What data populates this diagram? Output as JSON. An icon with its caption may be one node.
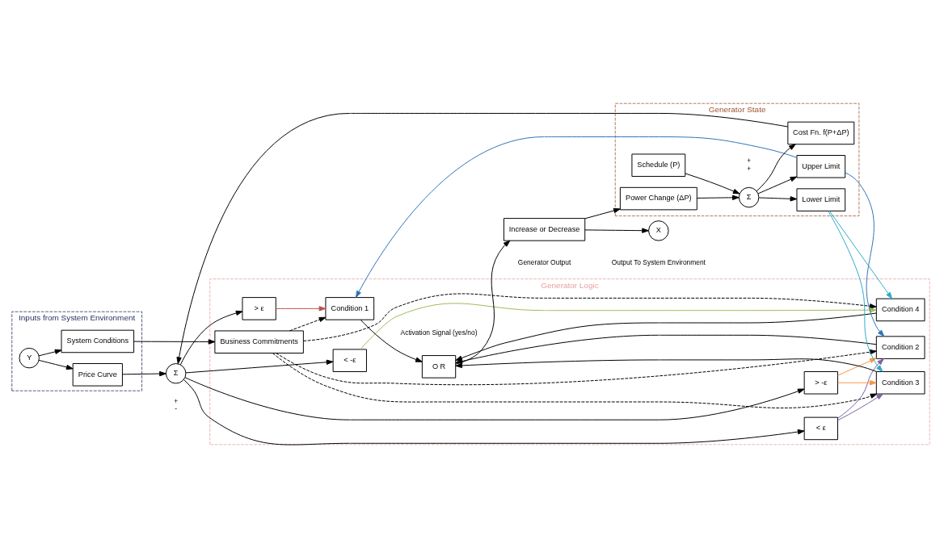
{
  "diagram": {
    "nodes": [
      {
        "text": [
          "Inputs from System Environment"
        ]
      },
      {
        "text": [
          "Price Curve"
        ],
        "in": 0
      },
      {
        "text": [
          "System Conditions"
        ],
        "in": 0
      },
      {
        "text": [
          "Y"
        ],
        "in": 0
      },
      {
        "text": [
          "Generator Logic"
        ]
      },
      {
        "text": [
          "Business Commitments"
        ],
        "in": 4
      },
      {
        "text": [
          "> ε"
        ],
        "in": 4
      },
      {
        "text": [
          "< ε"
        ],
        "in": 4
      },
      {
        "text": [
          "> -ε"
        ],
        "in": 4
      },
      {
        "text": [
          "< -ε"
        ],
        "in": 4
      },
      {
        "text": [
          "Condition 1"
        ],
        "in": 4
      },
      {
        "text": [
          "Condition 2"
        ],
        "in": 4
      },
      {
        "text": [
          "Condition 3"
        ],
        "in": 4
      },
      {
        "text": [
          "Condition 4"
        ],
        "in": 4
      },
      {
        "text": [
          "O R"
        ],
        "in": 4,
        "beside": [
          "Activation Signal (yes/no)"
        ]
      },
      {
        "text": [
          "Σ"
        ],
        "beside": [
          "+",
          "-"
        ]
      },
      {
        "text": [
          "Increase or Decrease"
        ],
        "beside": [
          "Generator Output"
        ]
      },
      {
        "text": [
          "X"
        ],
        "beside": [
          "Output To System Environment"
        ]
      },
      {
        "text": [
          "Generator State"
        ]
      },
      {
        "text": [
          "Cost Fn. f(P+ΔP)"
        ],
        "in": 18
      },
      {
        "text": [
          "Upper Limit"
        ],
        "in": 18
      },
      {
        "text": [
          "Lower Limit"
        ],
        "in": 18
      },
      {
        "text": [
          "Schedule (P)"
        ],
        "in": 18
      },
      {
        "text": [
          "Σ"
        ],
        "in": 18,
        "beside": [
          "+",
          "+"
        ]
      },
      {
        "text": [
          "Power Change (ΔP)"
        ],
        "in": 18
      }
    ],
    "edges": [
      {
        "from": 3,
        "to": 1,
        "arrow": "to"
      },
      {
        "from": 3,
        "to": 2,
        "arrow": "to"
      },
      {
        "from": 2,
        "to": 5,
        "arrow": "to"
      },
      {
        "from": 1,
        "to": 15,
        "arrow": "to"
      },
      {
        "from": 19,
        "to": 15,
        "arrow": "to"
      },
      {
        "from": 15,
        "to": 6,
        "arrow": "to"
      },
      {
        "from": 15,
        "to": 7,
        "arrow": "to"
      },
      {
        "from": 15,
        "to": 8,
        "arrow": "to"
      },
      {
        "from": 15,
        "to": 9,
        "arrow": "to"
      },
      {
        "from": 6,
        "to": 10,
        "arrow": "to",
        "color": "#c0504d"
      },
      {
        "from": 7,
        "to": 11,
        "arrow": "to",
        "color": "#8064a2"
      },
      {
        "from": 7,
        "to": 12,
        "arrow": "to",
        "color": "#8064a2"
      },
      {
        "from": 8,
        "to": 11,
        "arrow": "to",
        "color": "#f79646"
      },
      {
        "from": 8,
        "to": 12,
        "arrow": "to",
        "color": "#f79646"
      },
      {
        "from": 9,
        "to": 13,
        "arrow": "to",
        "color": "#9bbb59"
      },
      {
        "from": 5,
        "to": 10,
        "arrow": "to",
        "style": "dashed"
      },
      {
        "from": 5,
        "to": 11,
        "arrow": "to",
        "style": "dashed"
      },
      {
        "from": 5,
        "to": 12,
        "arrow": "to",
        "style": "dashed"
      },
      {
        "from": 5,
        "to": 13,
        "arrow": "to",
        "style": "dashed"
      },
      {
        "from": 20,
        "to": 10,
        "arrow": "to",
        "color": "#2e75b6"
      },
      {
        "from": 20,
        "to": 11,
        "arrow": "to",
        "color": "#2e75b6"
      },
      {
        "from": 21,
        "to": 12,
        "arrow": "to",
        "color": "#31a9c9"
      },
      {
        "from": 21,
        "to": 13,
        "arrow": "to",
        "color": "#31a9c9"
      },
      {
        "from": 10,
        "to": 14,
        "arrow": "to"
      },
      {
        "from": 11,
        "to": 14,
        "arrow": "to"
      },
      {
        "from": 12,
        "to": 14,
        "arrow": "to"
      },
      {
        "from": 13,
        "to": 14,
        "arrow": "to"
      },
      {
        "from": 14,
        "to": 16,
        "arrow": "to"
      },
      {
        "from": 16,
        "to": 17,
        "arrow": "to"
      },
      {
        "from": 16,
        "to": 24,
        "arrow": "to"
      },
      {
        "from": 22,
        "to": 23,
        "arrow": "to"
      },
      {
        "from": 24,
        "to": 23,
        "arrow": "to"
      },
      {
        "from": 23,
        "to": 19,
        "arrow": "to"
      },
      {
        "from": 23,
        "to": 20,
        "arrow": "to"
      },
      {
        "from": 23,
        "to": 21,
        "arrow": "to"
      }
    ]
  }
}
